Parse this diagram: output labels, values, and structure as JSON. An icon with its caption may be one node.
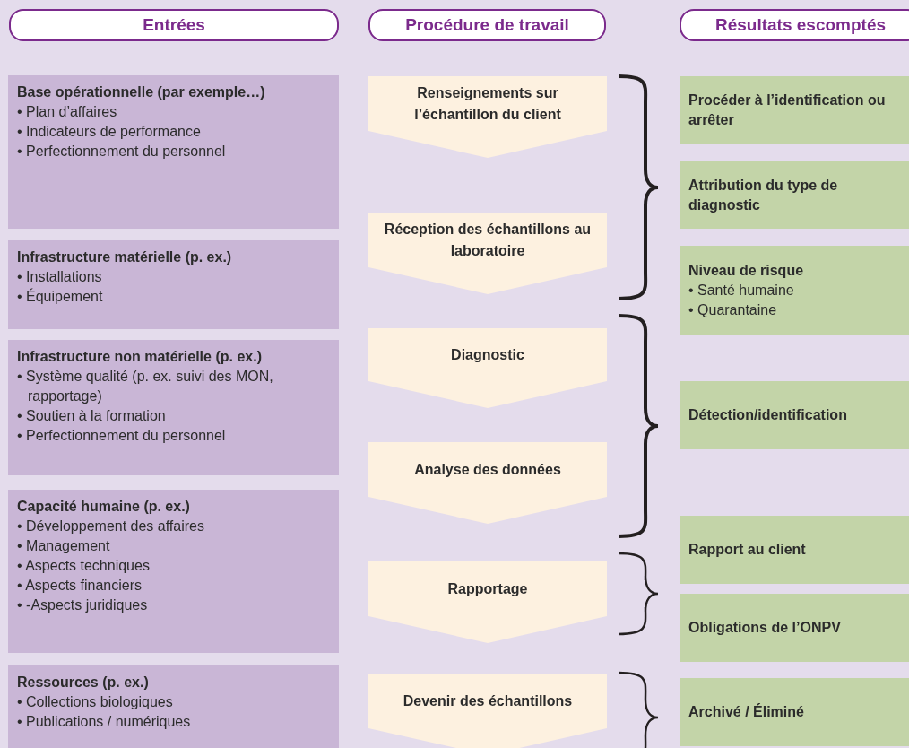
{
  "diagram": {
    "nodes": [
      {
        "text": [
          "Entrées"
        ]
      },
      {
        "text": [
          "Procédure de travail"
        ]
      },
      {
        "text": [
          "Résultats escomptés"
        ]
      },
      {
        "text": [
          "Base opérationnelle (par exemple…)",
          "• Plan d’affaires",
          "• Indicateurs de performance",
          "• Perfectionnement du personnel"
        ]
      },
      {
        "text": [
          "Infrastructure matérielle (p. ex.)",
          "• Installations",
          "• Équipement"
        ]
      },
      {
        "text": [
          "Infrastructure non matérielle (p. ex.)",
          "• Système qualité (p. ex. suivi des MON, rapportage)",
          "• Soutien à la formation",
          "• Perfectionnement du personnel"
        ]
      },
      {
        "text": [
          "Capacité humaine (p. ex.)",
          "• Développement des affaires",
          "• Management",
          "• Aspects techniques",
          "• Aspects financiers",
          "• -Aspects juridiques"
        ]
      },
      {
        "text": [
          "Ressources (p. ex.)",
          "• Collections biologiques",
          "• Publications / numériques"
        ]
      },
      {
        "text": [
          "Renseignements sur l’échantillon du client"
        ]
      },
      {
        "text": [
          "Réception des échantillons au laboratoire"
        ]
      },
      {
        "text": [
          "Diagnostic"
        ]
      },
      {
        "text": [
          "Analyse des données"
        ]
      },
      {
        "text": [
          "Rapportage"
        ]
      },
      {
        "text": [
          "Devenir des échantillons"
        ]
      },
      {
        "text": [
          "Procéder à l’identification ou arrêter"
        ]
      },
      {
        "text": [
          "Attribution du type de diagnostic"
        ]
      },
      {
        "text": [
          "Niveau de risque",
          "• Santé humaine",
          "• Quarantaine"
        ]
      },
      {
        "text": [
          "Détection/identification"
        ]
      },
      {
        "text": [
          "Rapport au client"
        ]
      },
      {
        "text": [
          "Obligations de l’ONPV"
        ]
      },
      {
        "text": [
          "Archivé / Éliminé"
        ]
      }
    ]
  }
}
